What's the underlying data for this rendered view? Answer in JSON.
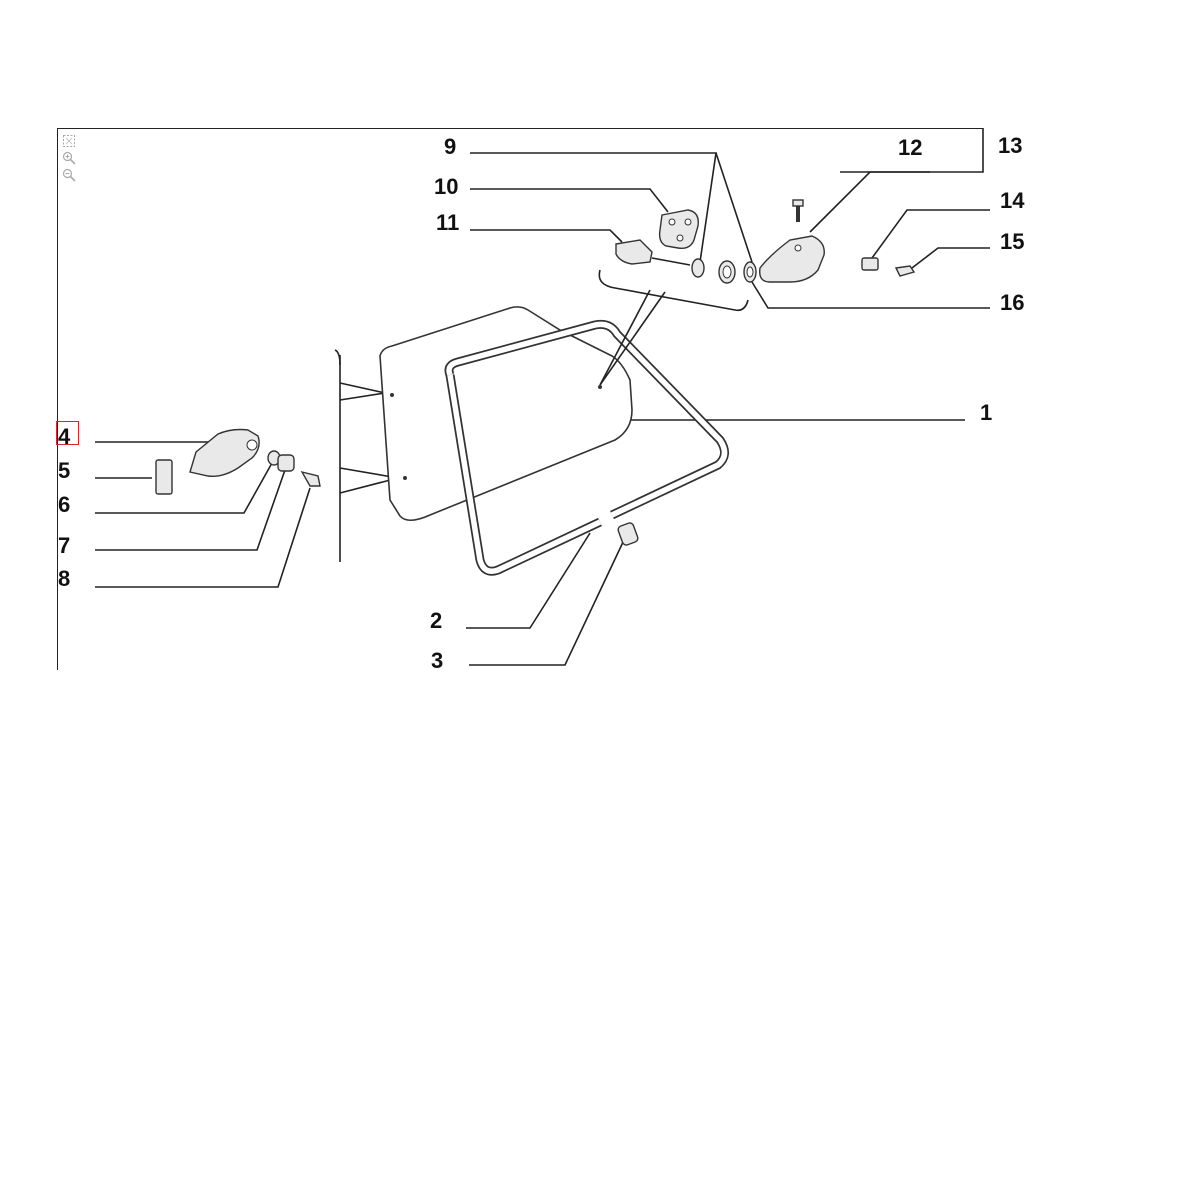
{
  "viewer": {
    "tools": [
      {
        "name": "fit-icon"
      },
      {
        "name": "zoom-in-icon"
      },
      {
        "name": "zoom-out-icon"
      }
    ],
    "selected_callout": "4",
    "selection_color": "#d9262a"
  },
  "callouts": {
    "c1": "1",
    "c2": "2",
    "c3": "3",
    "c4": "4",
    "c5": "5",
    "c6": "6",
    "c7": "7",
    "c8": "8",
    "c9": "9",
    "c10": "10",
    "c11": "11",
    "c12": "12",
    "c13": "13",
    "c14": "14",
    "c15": "15",
    "c16": "16"
  }
}
